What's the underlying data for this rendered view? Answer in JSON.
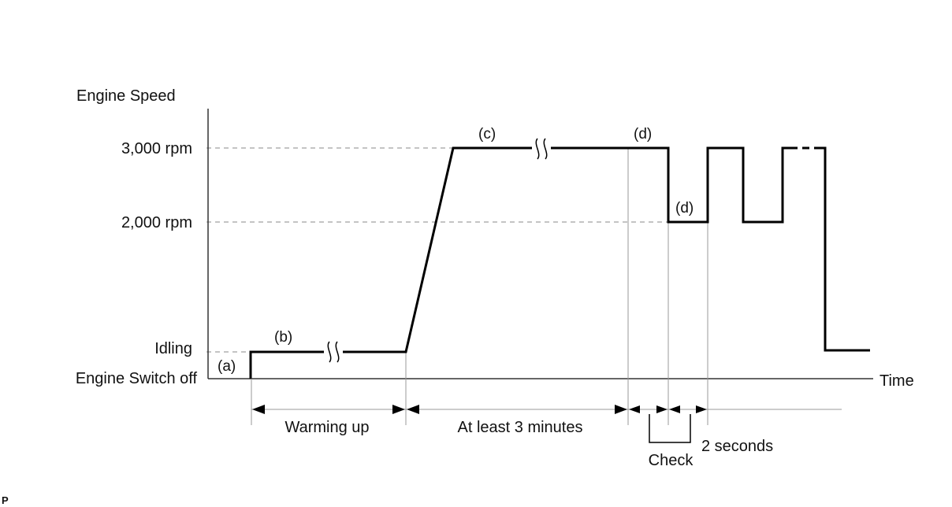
{
  "y_axis": {
    "title": "Engine Speed",
    "levels": {
      "rpm3000": "3,000 rpm",
      "rpm2000": "2,000 rpm",
      "idling": "Idling",
      "off": "Engine Switch off"
    }
  },
  "x_axis": {
    "title": "Time"
  },
  "stage_labels": {
    "a": "(a)",
    "b": "(b)",
    "c": "(c)",
    "d_high": "(d)",
    "d_low": "(d)"
  },
  "intervals": {
    "warming_up": "Warming up",
    "at_least": "At least 3 minutes",
    "check": "Check",
    "two_seconds": "2 seconds"
  },
  "corner_mark": "P",
  "colors": {
    "line": "#000000",
    "guide": "#888888",
    "axis": "#333333"
  }
}
